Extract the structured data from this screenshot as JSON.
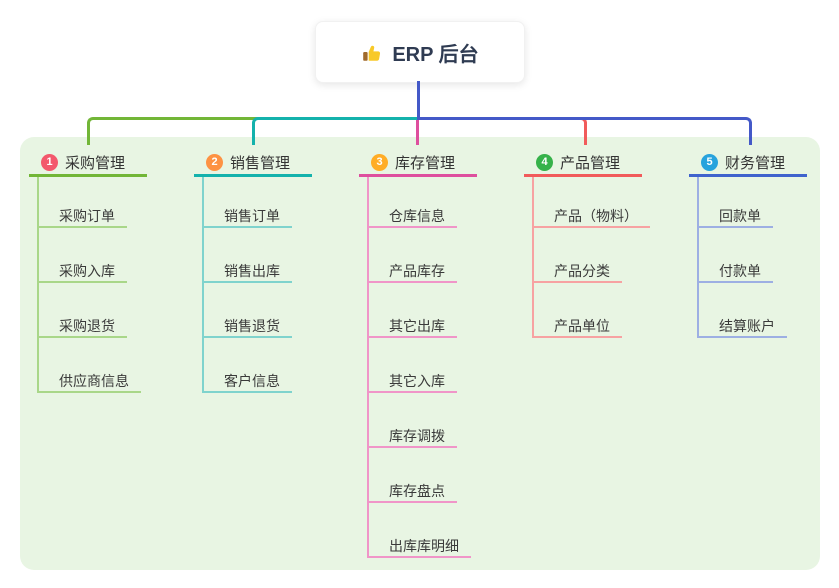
{
  "root": {
    "icon": "thumbs-up-icon",
    "title": "ERP 后台"
  },
  "branches": [
    {
      "num": "1",
      "label": "采购管理",
      "badge_color": "#f3586c",
      "line_color": "#72b637",
      "child_line_color": "#a9d789",
      "children": [
        "采购订单",
        "采购入库",
        "采购退货",
        "供应商信息"
      ]
    },
    {
      "num": "2",
      "label": "销售管理",
      "badge_color": "#fd9243",
      "line_color": "#14b2ac",
      "child_line_color": "#7fd3cd",
      "children": [
        "销售订单",
        "销售出库",
        "销售退货",
        "客户信息"
      ]
    },
    {
      "num": "3",
      "label": "库存管理",
      "badge_color": "#ffad26",
      "line_color": "#de4f9e",
      "child_line_color": "#f095c8",
      "children": [
        "仓库信息",
        "产品库存",
        "其它出库",
        "其它入库",
        "库存调拨",
        "库存盘点",
        "出库库明细"
      ]
    },
    {
      "num": "4",
      "label": "产品管理",
      "badge_color": "#36b24a",
      "line_color": "#f15b5b",
      "child_line_color": "#f7a2a2",
      "children": [
        "产品（物料）",
        "产品分类",
        "产品单位"
      ]
    },
    {
      "num": "5",
      "label": "财务管理",
      "badge_color": "#27a3dd",
      "line_color": "#3f63cd",
      "child_line_color": "#9dafe3",
      "children": [
        "回款单",
        "付款单",
        "结算账户"
      ]
    }
  ],
  "colors": {
    "connector_blue": "#4459c8",
    "panel_bg": "#e8f5e3",
    "thumb_yellow": "#f8c928",
    "thumb_cuff": "#a06a2c"
  }
}
